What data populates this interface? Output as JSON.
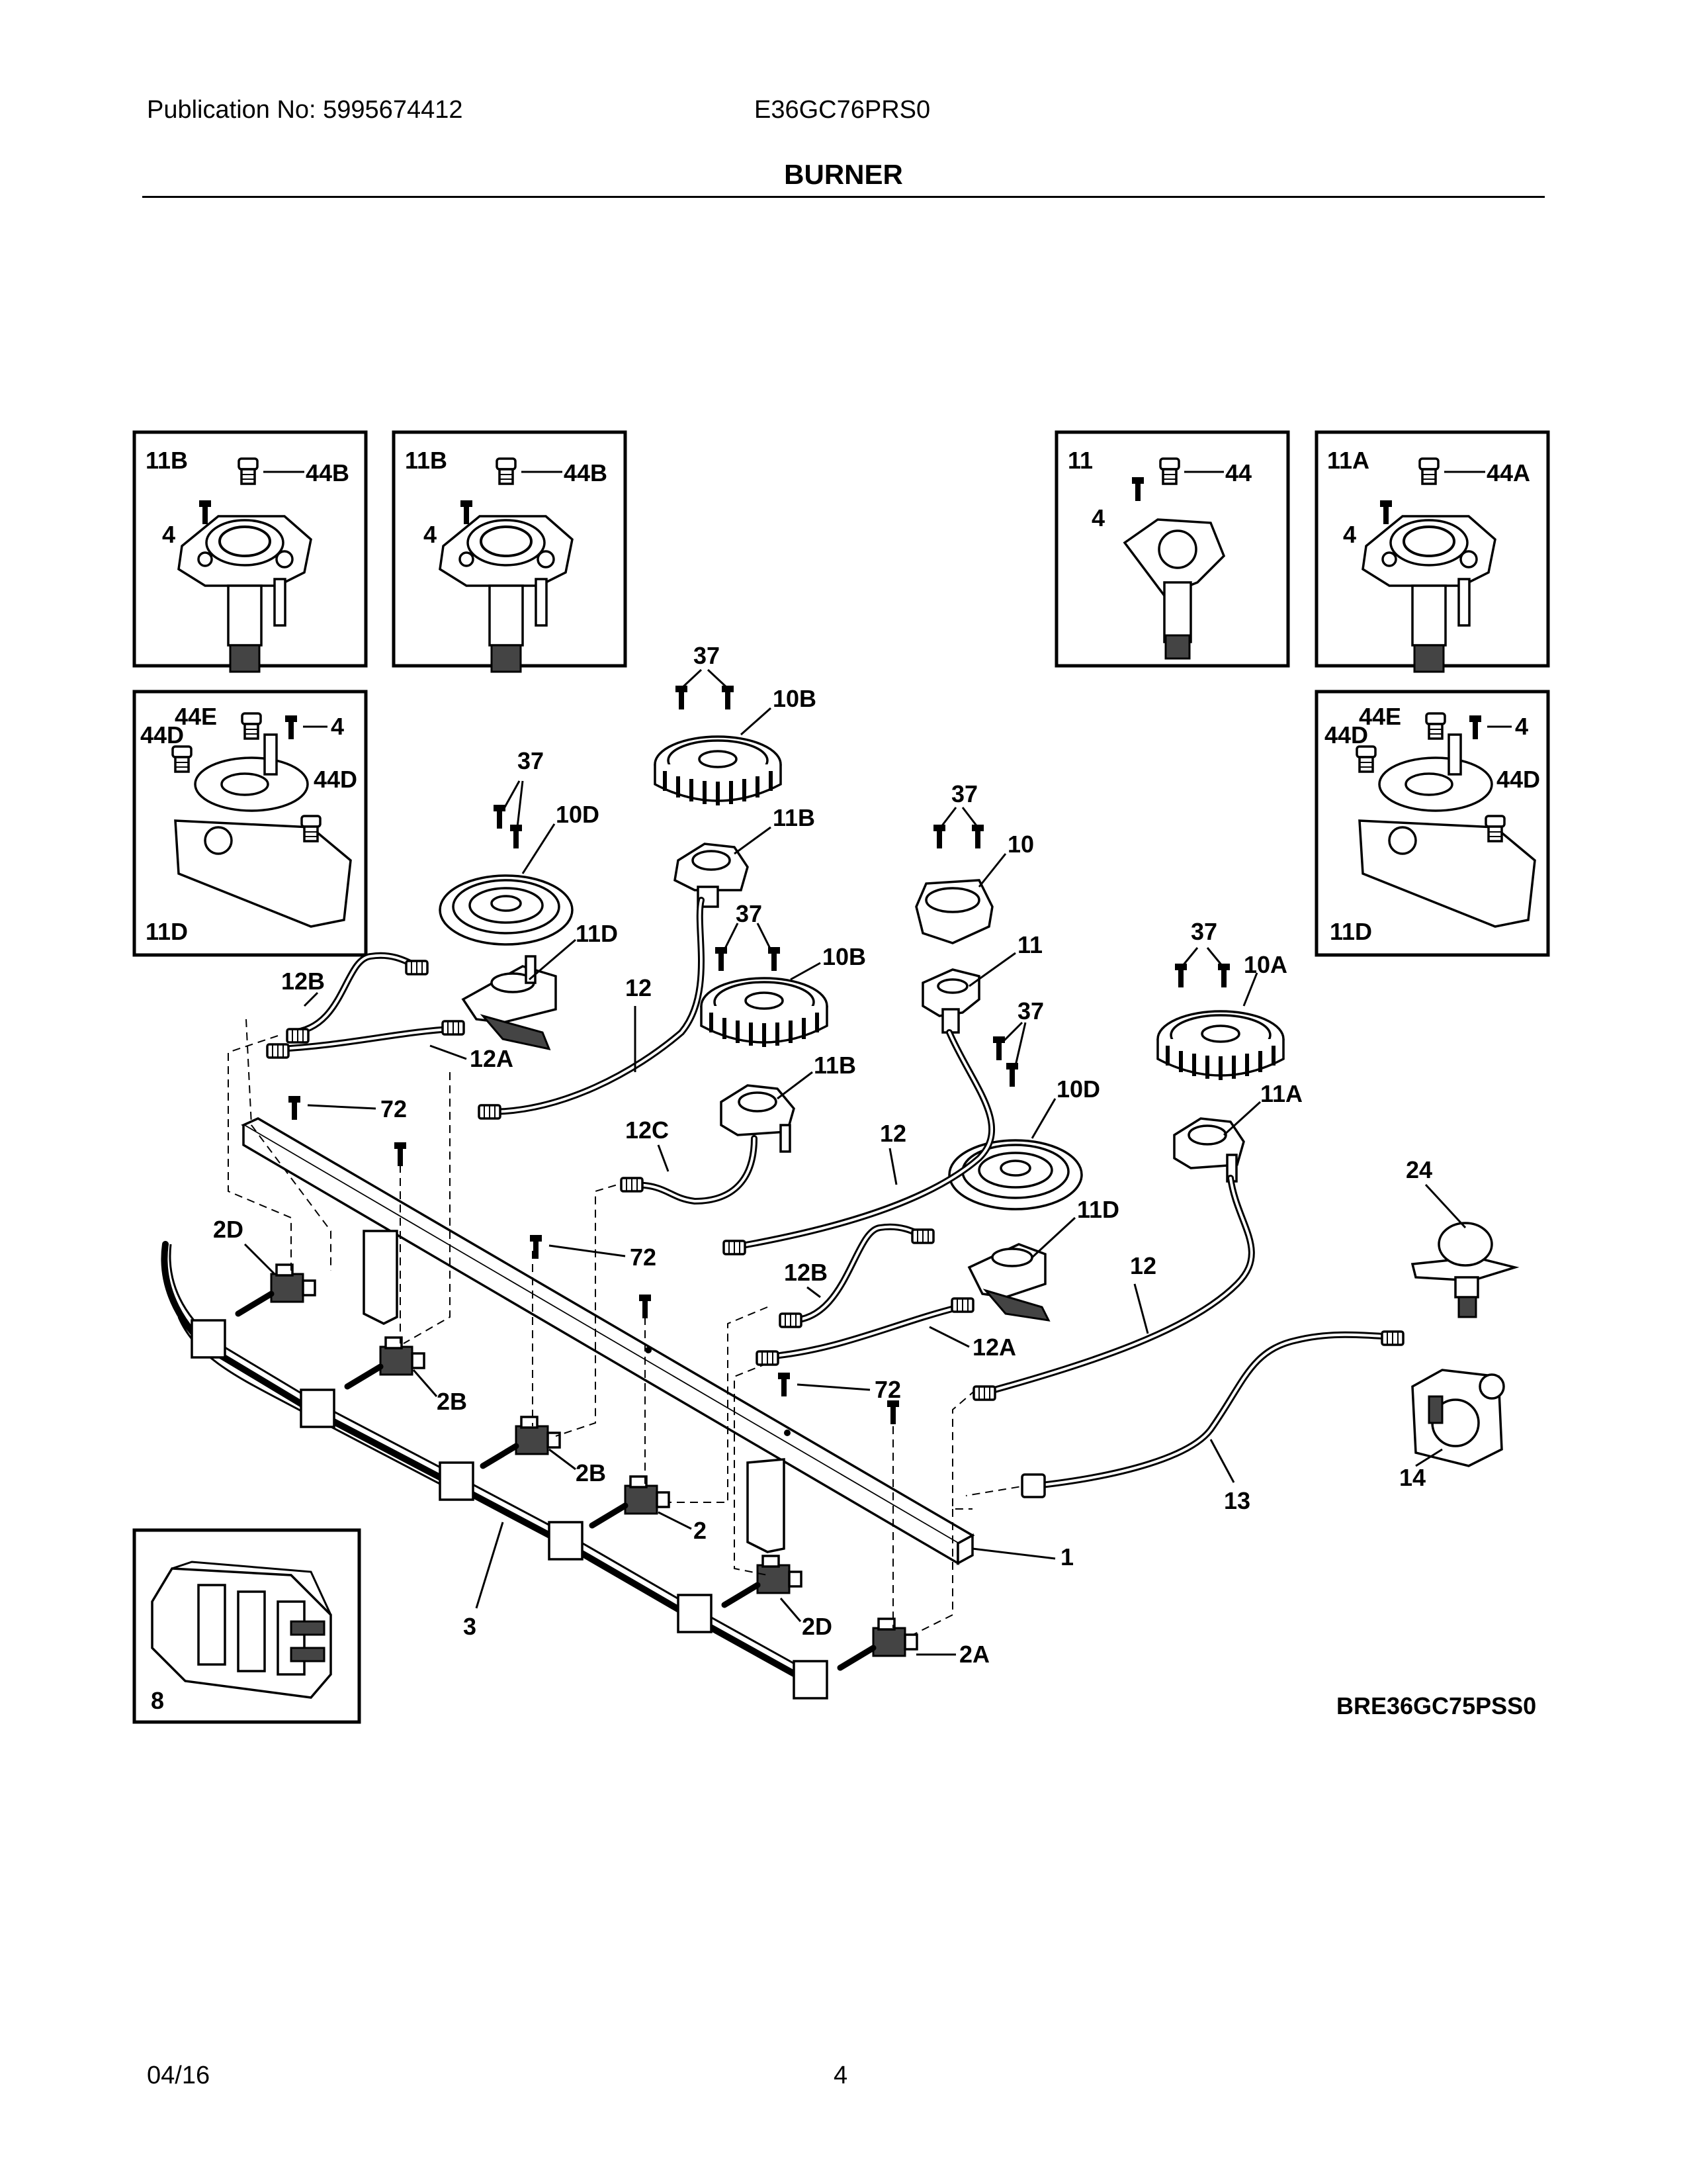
{
  "header": {
    "publication": "Publication No: 5995674412",
    "model": "E36GC76PRS0",
    "title": "BURNER"
  },
  "footer": {
    "date": "04/16",
    "page": "4"
  },
  "diagram": {
    "drawing_id": "BRE36GC75PSS0",
    "callouts": {
      "c1": "1",
      "c2": "2",
      "c2A": "2A",
      "c2B": "2B",
      "c2D": "2D",
      "c3": "3",
      "c4": "4",
      "c8": "8",
      "c10": "10",
      "c10A": "10A",
      "c10B": "10B",
      "c10D": "10D",
      "c11": "11",
      "c11A": "11A",
      "c11B": "11B",
      "c11D": "11D",
      "c12": "12",
      "c12A": "12A",
      "c12B": "12B",
      "c12C": "12C",
      "c13": "13",
      "c14": "14",
      "c24": "24",
      "c37": "37",
      "c44": "44",
      "c44A": "44A",
      "c44B": "44B",
      "c44D": "44D",
      "c44E": "44E",
      "c72": "72"
    }
  }
}
